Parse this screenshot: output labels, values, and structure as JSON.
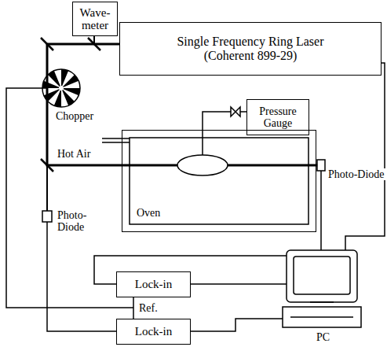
{
  "diagram": {
    "nodes": [
      {
        "text": [
          "Wave- meter"
        ]
      },
      {
        "text": [
          "Single Frequency Ring Laser (Coherent 899-29)"
        ]
      },
      {
        "text": [
          "Pressure Gauge"
        ]
      },
      {
        "text": [
          "Oven"
        ]
      },
      {
        "text": [
          "Lock-in"
        ]
      },
      {
        "text": [
          "Lock-in"
        ]
      }
    ],
    "edges": [
      {
        "from": 4,
        "to": 5,
        "label": "Ref.",
        "arrow": "none"
      }
    ],
    "labels": [
      "Chopper",
      "Hot Air",
      "Photo-Diode",
      "Photo- Diode",
      "PC"
    ]
  }
}
